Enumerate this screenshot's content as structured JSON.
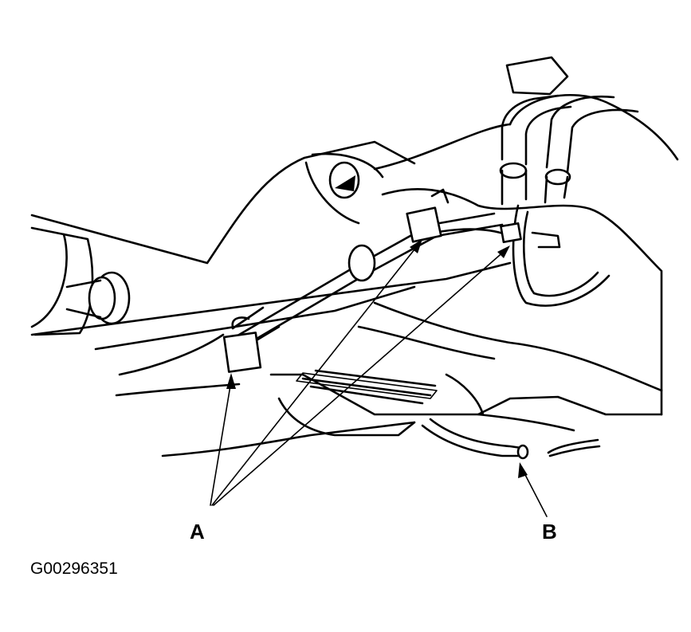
{
  "callouts": {
    "a": "A",
    "b": "B"
  },
  "figure_id": "G00296351"
}
